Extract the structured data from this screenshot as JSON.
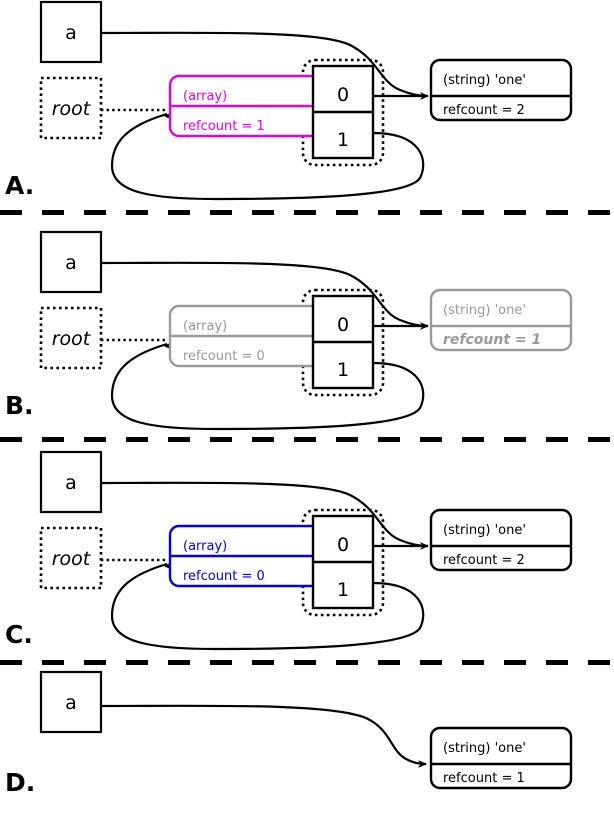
{
  "diagram": {
    "title": "PHP reference counting / garbage collection states",
    "type": "memory-reference-diagram",
    "colors": {
      "black": "#000000",
      "magenta": "#e000e0",
      "gray": "#999999",
      "blue": "#0000ee",
      "white": "#ffffff"
    },
    "separator": {
      "style": "dashed",
      "color": "#000000",
      "thickness": 5
    }
  },
  "panels": [
    {
      "label": "A.",
      "state": "initial",
      "variable_box": {
        "name": "a",
        "border": "solid",
        "color": "#000000"
      },
      "root_box": {
        "name": "root",
        "border": "dotted",
        "color": "#000000",
        "italic": true
      },
      "array_node": {
        "type_label": "(array)",
        "refcount_label": "refcount = 1",
        "color": "#e000e0",
        "dimmed": false
      },
      "cells": [
        {
          "index": "0"
        },
        {
          "index": "1"
        }
      ],
      "string_node": {
        "type_label": "(string) 'one'",
        "refcount_label": "refcount = 2",
        "color": "#000000",
        "dimmed": false,
        "bold_italic_refcount": false
      },
      "edges": [
        {
          "from": "root",
          "to": "array",
          "style": "dotted"
        },
        {
          "from": "a",
          "to": "string",
          "style": "solid"
        },
        {
          "from": "cell-0",
          "to": "string",
          "style": "solid"
        },
        {
          "from": "cell-1",
          "to": "array",
          "style": "solid",
          "shape": "loop-below"
        }
      ]
    },
    {
      "label": "B.",
      "state": "refcount-decremented",
      "variable_box": {
        "name": "a",
        "border": "solid",
        "color": "#000000"
      },
      "root_box": {
        "name": "root",
        "border": "dotted",
        "color": "#000000",
        "italic": true
      },
      "array_node": {
        "type_label": "(array)",
        "refcount_label": "refcount = 0",
        "color": "#999999",
        "dimmed": true
      },
      "cells": [
        {
          "index": "0"
        },
        {
          "index": "1"
        }
      ],
      "string_node": {
        "type_label": "(string) 'one'",
        "refcount_label": "refcount = 1",
        "color": "#999999",
        "dimmed": true,
        "bold_italic_refcount": true
      },
      "edges": [
        {
          "from": "root",
          "to": "array",
          "style": "dotted"
        },
        {
          "from": "a",
          "to": "string",
          "style": "solid"
        },
        {
          "from": "cell-0",
          "to": "string",
          "style": "solid"
        },
        {
          "from": "cell-1",
          "to": "array",
          "style": "solid",
          "shape": "loop-below"
        }
      ]
    },
    {
      "label": "C.",
      "state": "marked-blue",
      "variable_box": {
        "name": "a",
        "border": "solid",
        "color": "#000000"
      },
      "root_box": {
        "name": "root",
        "border": "dotted",
        "color": "#000000",
        "italic": true
      },
      "array_node": {
        "type_label": "(array)",
        "refcount_label": "refcount = 0",
        "color": "#0000ee",
        "dimmed": false
      },
      "cells": [
        {
          "index": "0"
        },
        {
          "index": "1"
        }
      ],
      "string_node": {
        "type_label": "(string) 'one'",
        "refcount_label": "refcount = 2",
        "color": "#000000",
        "dimmed": false,
        "bold_italic_refcount": false
      },
      "edges": [
        {
          "from": "root",
          "to": "array",
          "style": "dotted"
        },
        {
          "from": "a",
          "to": "string",
          "style": "solid"
        },
        {
          "from": "cell-0",
          "to": "string",
          "style": "solid"
        },
        {
          "from": "cell-1",
          "to": "array",
          "style": "solid",
          "shape": "loop-below"
        }
      ]
    },
    {
      "label": "D.",
      "state": "collected",
      "variable_box": {
        "name": "a",
        "border": "solid",
        "color": "#000000"
      },
      "root_box": null,
      "array_node": null,
      "cells": [],
      "string_node": {
        "type_label": "(string) 'one'",
        "refcount_label": "refcount = 1",
        "color": "#000000",
        "dimmed": false,
        "bold_italic_refcount": false
      },
      "edges": [
        {
          "from": "a",
          "to": "string",
          "style": "solid"
        }
      ]
    }
  ]
}
